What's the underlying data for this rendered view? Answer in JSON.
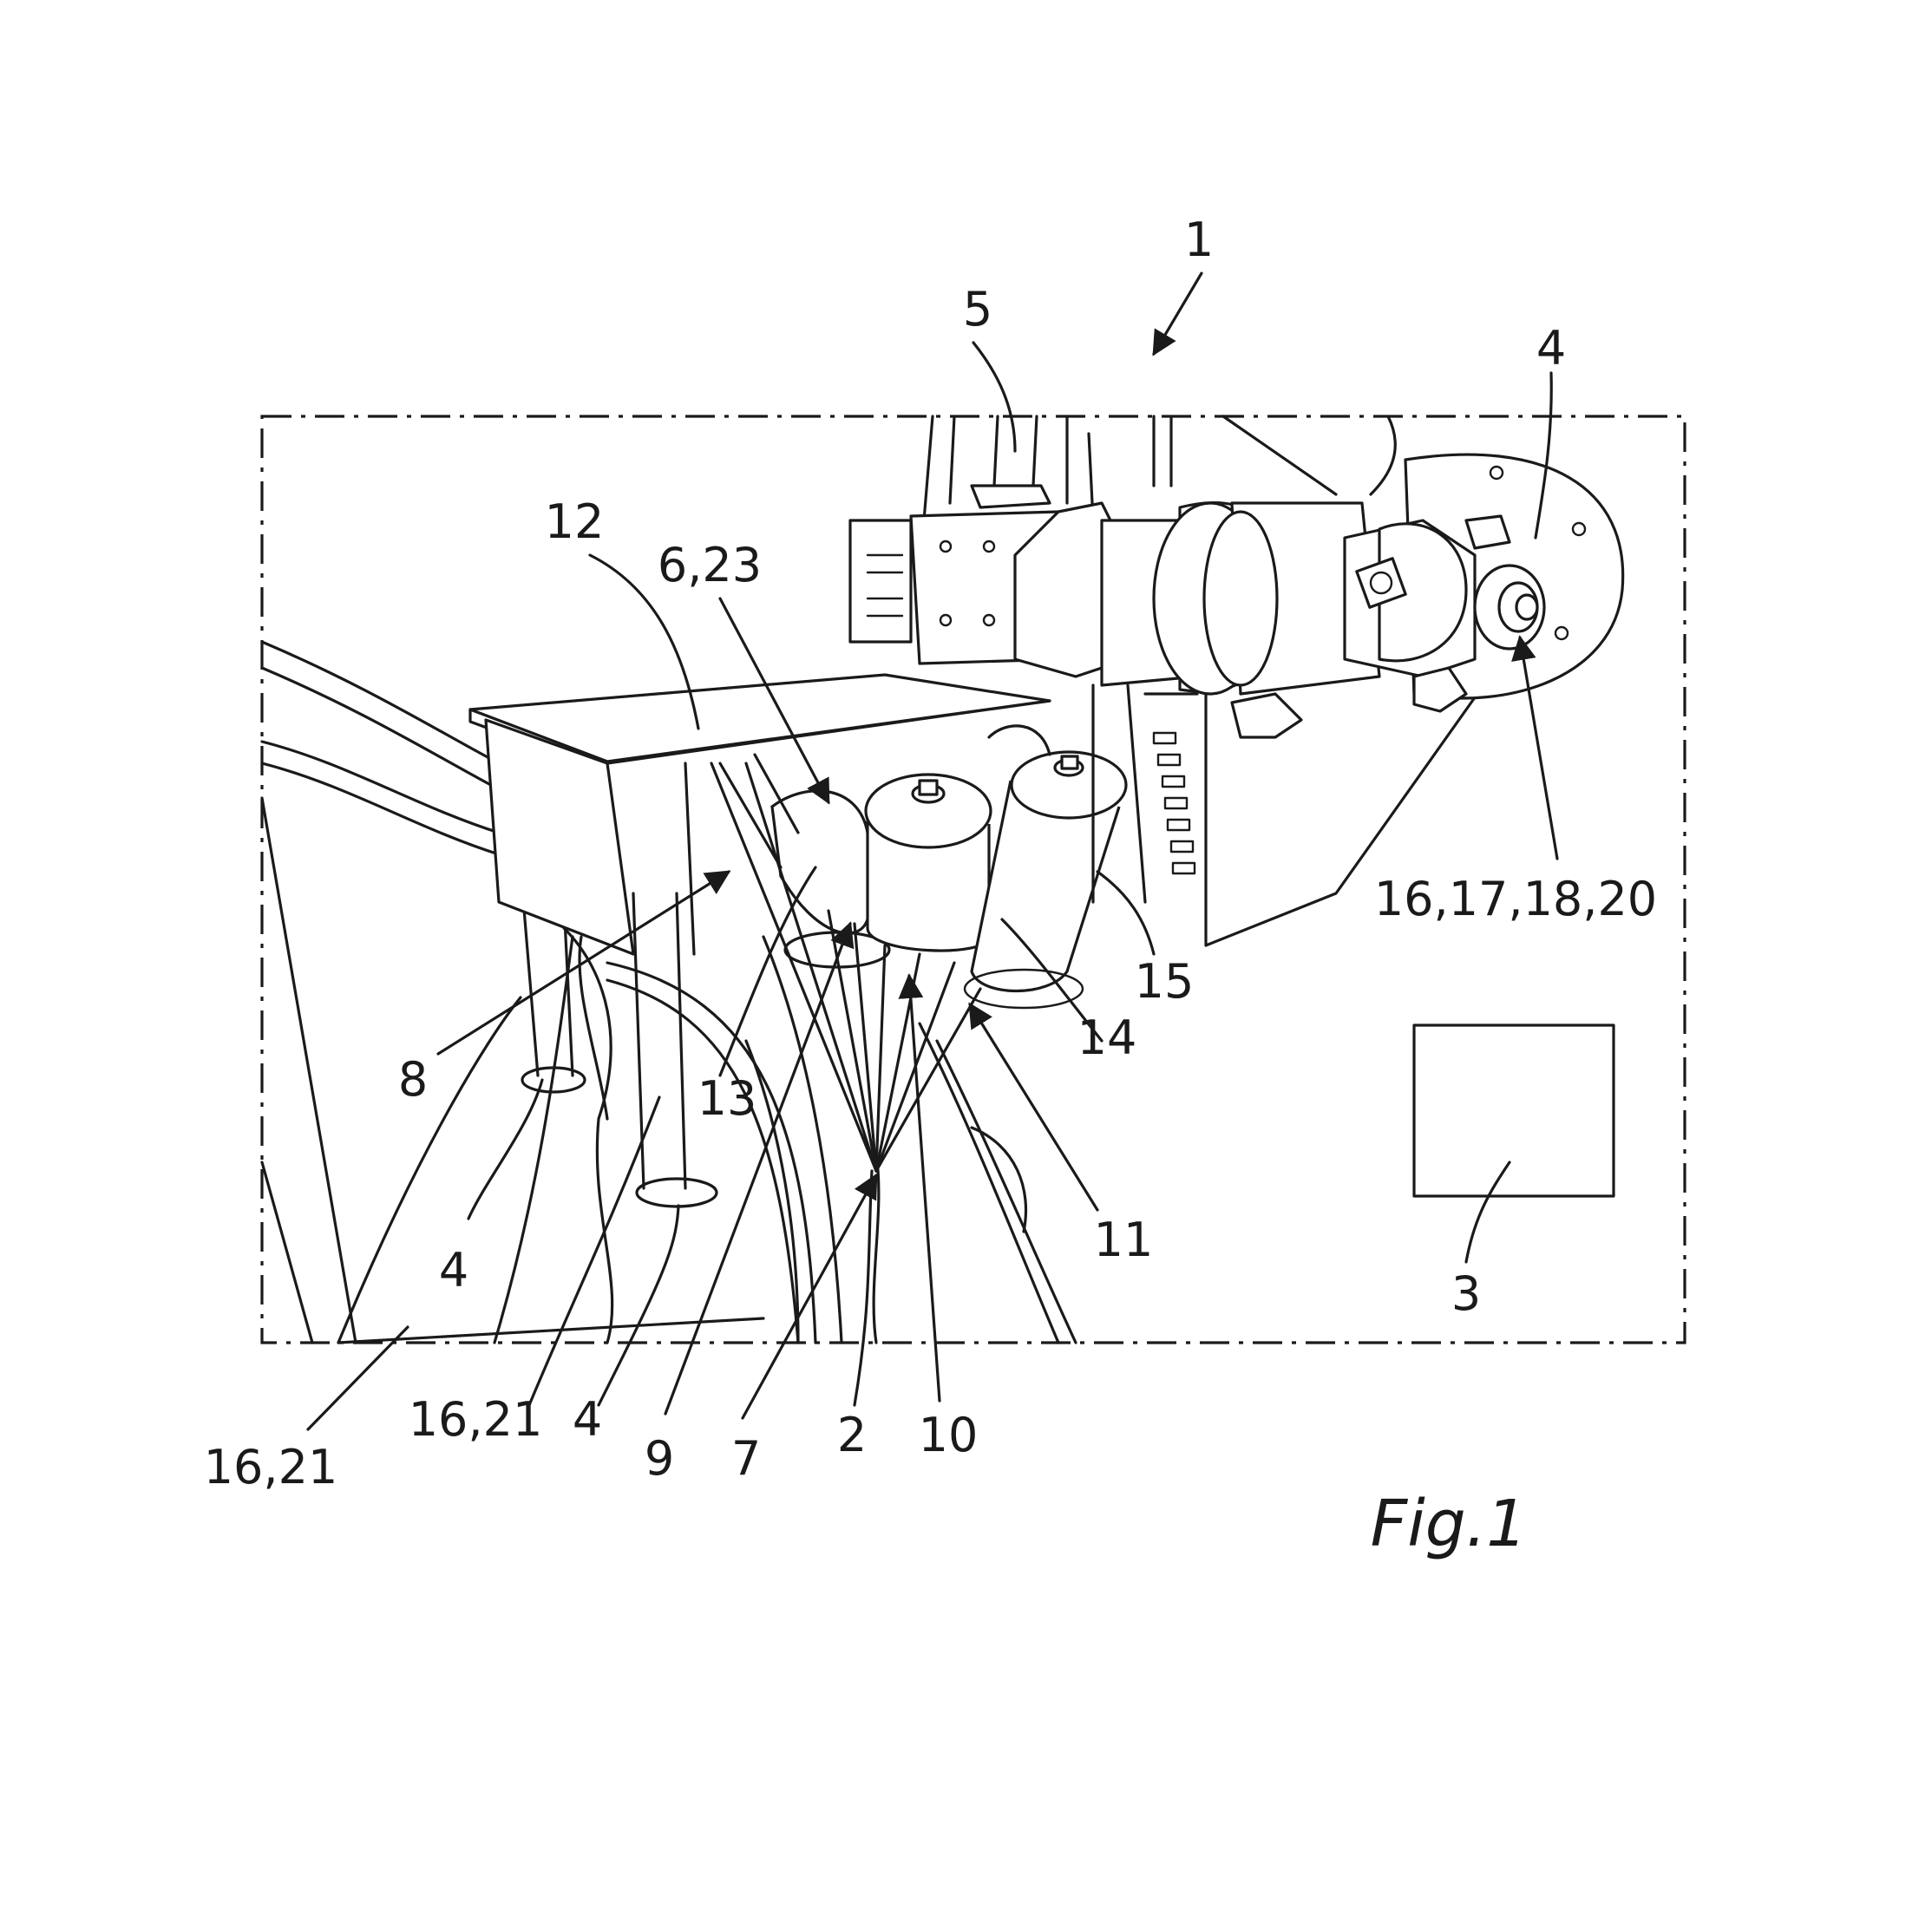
{
  "figure": {
    "caption": "Fig.1",
    "labels": {
      "n1": "1",
      "n2": "2",
      "n3": "3",
      "n4_top": "4",
      "n4_left": "4",
      "n4_bottom": "4",
      "n5": "5",
      "n6_23": "6,23",
      "n7": "7",
      "n8": "8",
      "n9": "9",
      "n10": "10",
      "n11": "11",
      "n12": "12",
      "n13": "13",
      "n14": "14",
      "n15": "15",
      "n16_21_a": "16,21",
      "n16_21_b": "16,21",
      "n16_17_18_20": "16,17,18,20"
    }
  }
}
